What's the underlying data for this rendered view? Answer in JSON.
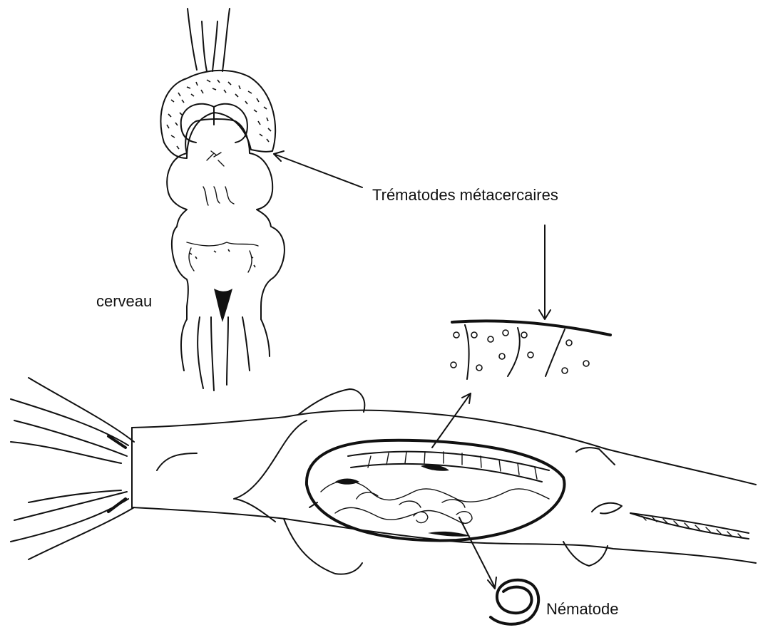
{
  "labels": {
    "brain": "cerveau",
    "trematodes": "Trématodes métacercaires",
    "nematode": "Nématode"
  },
  "colors": {
    "ink": "#111111",
    "background": "#ffffff"
  }
}
